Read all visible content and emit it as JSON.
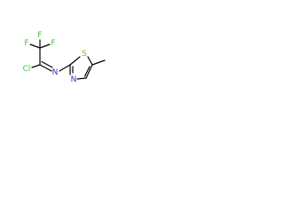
{
  "molecule": {
    "colors": {
      "bond": "#000000",
      "C": "#000000",
      "F": "#33cc33",
      "Cl": "#33cc33",
      "N": "#3333cc",
      "S": "#c8a000"
    },
    "atoms": {
      "f1": "F",
      "f2": "F",
      "f3": "F",
      "cl": "Cl",
      "n_imine": "N",
      "s_ring": "S",
      "n_ring": "N"
    }
  }
}
